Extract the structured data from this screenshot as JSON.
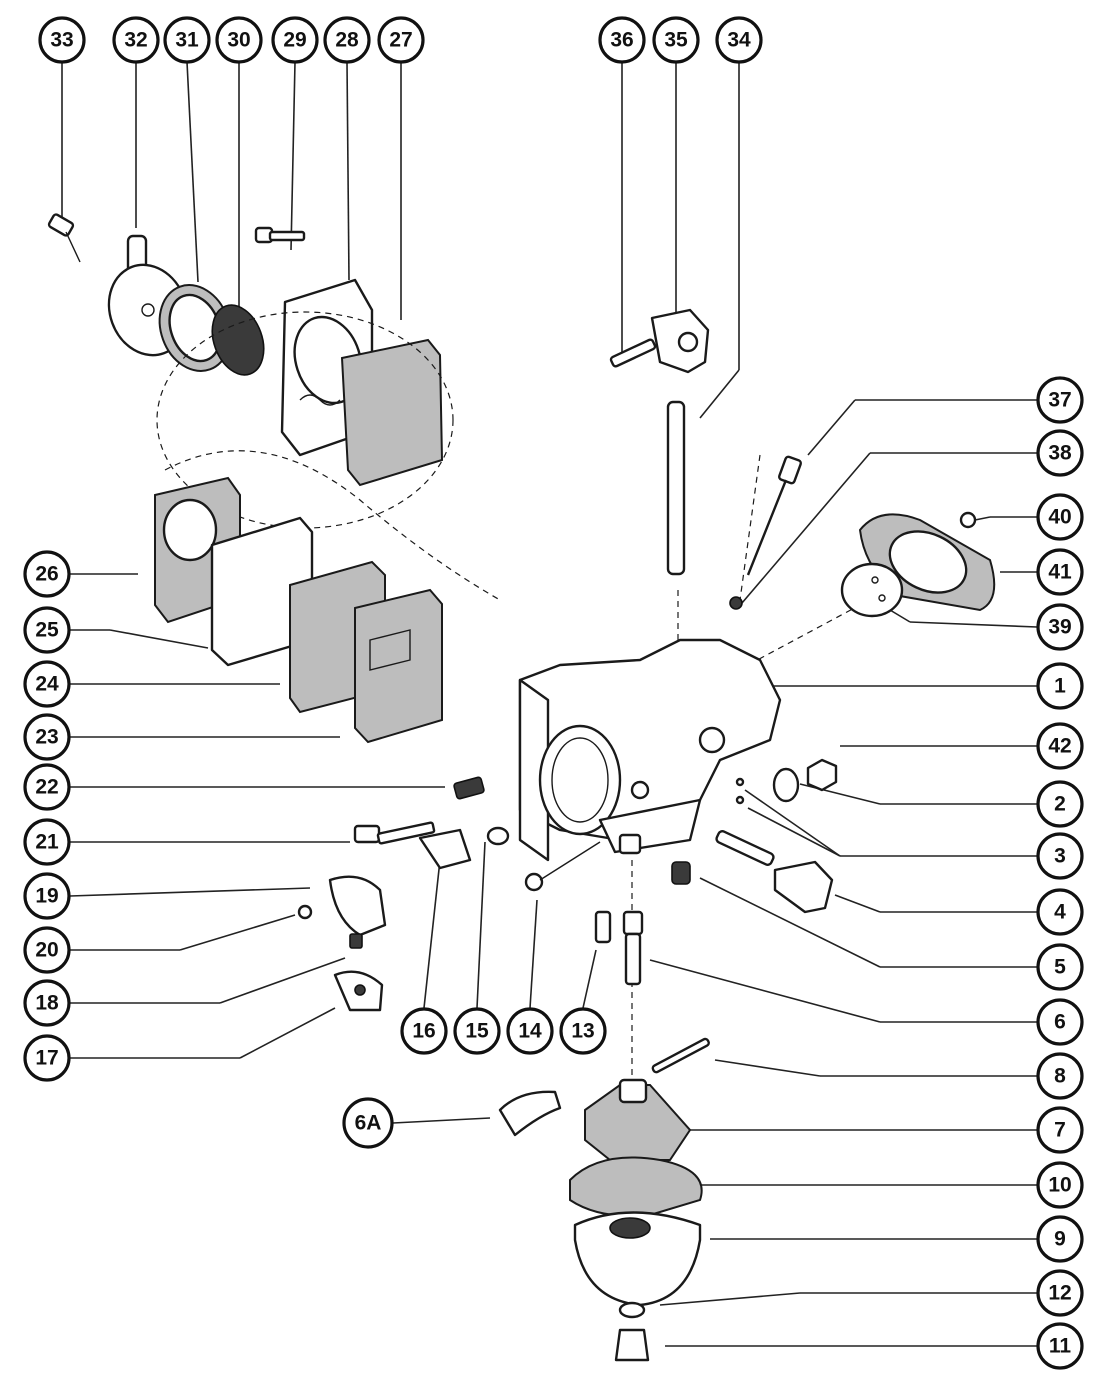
{
  "callouts": [
    {
      "id": "c33",
      "label": "33"
    },
    {
      "id": "c32",
      "label": "32"
    },
    {
      "id": "c31",
      "label": "31"
    },
    {
      "id": "c30",
      "label": "30"
    },
    {
      "id": "c29",
      "label": "29"
    },
    {
      "id": "c28",
      "label": "28"
    },
    {
      "id": "c27",
      "label": "27"
    },
    {
      "id": "c36",
      "label": "36"
    },
    {
      "id": "c35",
      "label": "35"
    },
    {
      "id": "c34",
      "label": "34"
    },
    {
      "id": "c37",
      "label": "37"
    },
    {
      "id": "c38",
      "label": "38"
    },
    {
      "id": "c40",
      "label": "40"
    },
    {
      "id": "c41",
      "label": "41"
    },
    {
      "id": "c39",
      "label": "39"
    },
    {
      "id": "c1",
      "label": "1"
    },
    {
      "id": "c42",
      "label": "42"
    },
    {
      "id": "c2",
      "label": "2"
    },
    {
      "id": "c3",
      "label": "3"
    },
    {
      "id": "c4",
      "label": "4"
    },
    {
      "id": "c5",
      "label": "5"
    },
    {
      "id": "c6",
      "label": "6"
    },
    {
      "id": "c8",
      "label": "8"
    },
    {
      "id": "c7",
      "label": "7"
    },
    {
      "id": "c10",
      "label": "10"
    },
    {
      "id": "c9",
      "label": "9"
    },
    {
      "id": "c12",
      "label": "12"
    },
    {
      "id": "c11",
      "label": "11"
    },
    {
      "id": "c26",
      "label": "26"
    },
    {
      "id": "c25",
      "label": "25"
    },
    {
      "id": "c24",
      "label": "24"
    },
    {
      "id": "c23",
      "label": "23"
    },
    {
      "id": "c22",
      "label": "22"
    },
    {
      "id": "c21",
      "label": "21"
    },
    {
      "id": "c19",
      "label": "19"
    },
    {
      "id": "c20",
      "label": "20"
    },
    {
      "id": "c18",
      "label": "18"
    },
    {
      "id": "c17",
      "label": "17"
    },
    {
      "id": "c16",
      "label": "16"
    },
    {
      "id": "c15",
      "label": "15"
    },
    {
      "id": "c14",
      "label": "14"
    },
    {
      "id": "c13",
      "label": "13"
    },
    {
      "id": "c6a",
      "label": "6A"
    }
  ]
}
